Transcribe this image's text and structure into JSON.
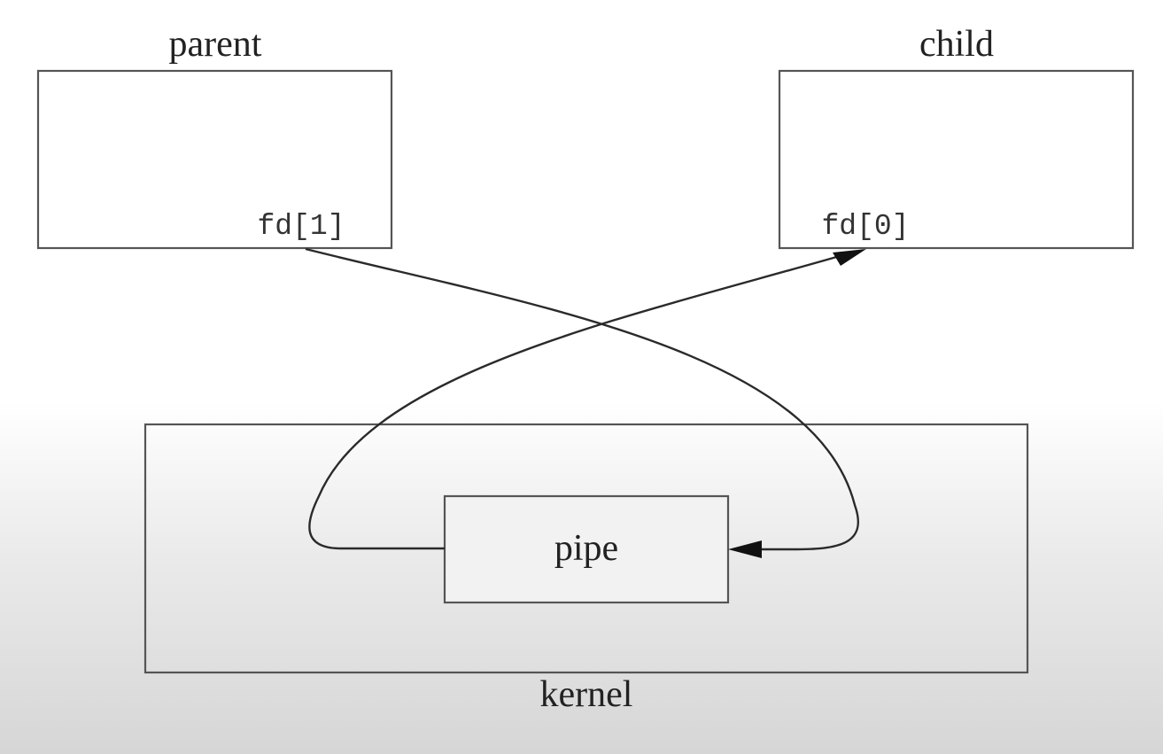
{
  "processes": {
    "parent": {
      "label": "parent",
      "fd": "fd[1]"
    },
    "child": {
      "label": "child",
      "fd": "fd[0]"
    }
  },
  "kernel": {
    "label": "kernel",
    "pipe": {
      "label": "pipe"
    }
  },
  "colors": {
    "stroke": "#555555",
    "arrow": "#111111",
    "text": "#222222"
  }
}
